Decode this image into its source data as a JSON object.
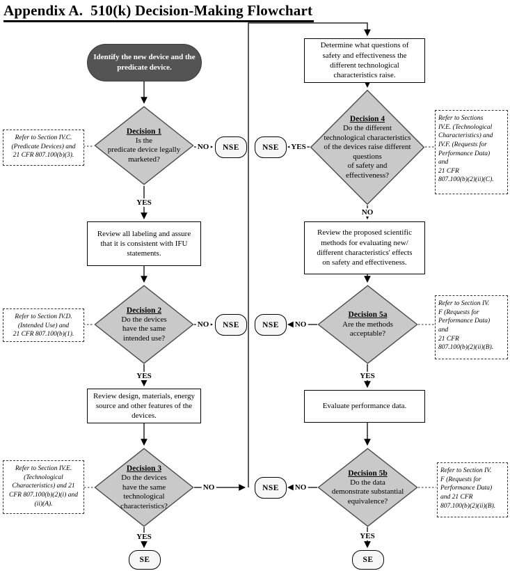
{
  "page_title": "Appendix A.  510(k) Decision-Making Flowchart",
  "start_node": {
    "text": "Identify the new device and the\npredicate device."
  },
  "decisions": {
    "d1": {
      "title": "Decision 1",
      "question": "Is the\npredicate device legally\nmarketed?"
    },
    "d2": {
      "title": "Decision 2",
      "question": "Do the devices\nhave the same\nintended use?"
    },
    "d3": {
      "title": "Decision 3",
      "question": "Do the devices\nhave the same\ntechnological\ncharacteristics?"
    },
    "d4": {
      "title": "Decision 4",
      "question": "Do the different\ntechnological characteristics\nof the devices raise different\nquestions\nof safety and\neffectiveness?"
    },
    "d5a": {
      "title": "Decision 5a",
      "question": "Are the methods\nacceptable?"
    },
    "d5b": {
      "title": "Decision 5b",
      "question": "Do the data\ndemonstrate substantial\nequivalence?"
    }
  },
  "process_boxes": {
    "review_labeling": "Review all labeling and assure\nthat it is consistent with IFU\nstatements.",
    "review_design": "Review design, materials, energy\nsource and other features of the\ndevices.",
    "determine_questions": "Determine what questions of\nsafety and effectiveness the\ndifferent technological\ncharacteristics raise.",
    "review_methods": "Review the proposed scientific\nmethods for evaluating new/\ndifferent characteristics' effects\non safety and effectiveness.",
    "evaluate_performance": "Evaluate performance data."
  },
  "reference_notes": {
    "n1": "Refer to Section IV.C.\n(Predicate Devices) and\n21 CFR 807.100(b)(3).",
    "n2": "Refer to Section IV.D.\n(Intended Use) and\n21 CFR 807.100(b)(1).",
    "n3": "Refer to Section IV.E.\n(Technological\nCharacteristics) and 21\nCFR 807.100(b)(2)(i) and\n(ii)(A).",
    "n4": "Refer to Sections\nIV.E. (Technological\nCharacteristics) and\nIV.F. (Requests for\nPerformance Data)\nand\n21 CFR\n807.100(b)(2)(ii)(C).",
    "n5a": "Refer to Section IV.\nF (Requests for\nPerformance Data)\nand\n21 CFR\n807.100(b)(2)(ii)(B).",
    "n5b": "Refer to Section IV.\nF (Requests for\nPerformance Data)\nand 21 CFR\n807.100(b)(2)(ii)(B)."
  },
  "edge_labels": {
    "yes": "YES",
    "no": "NO"
  },
  "terminals": {
    "nse": "NSE",
    "se": "SE"
  },
  "colors": {
    "diamond_fill": "#c9c9c9",
    "start_fill": "#545454",
    "terminal_fill": "#f6f6f6"
  }
}
